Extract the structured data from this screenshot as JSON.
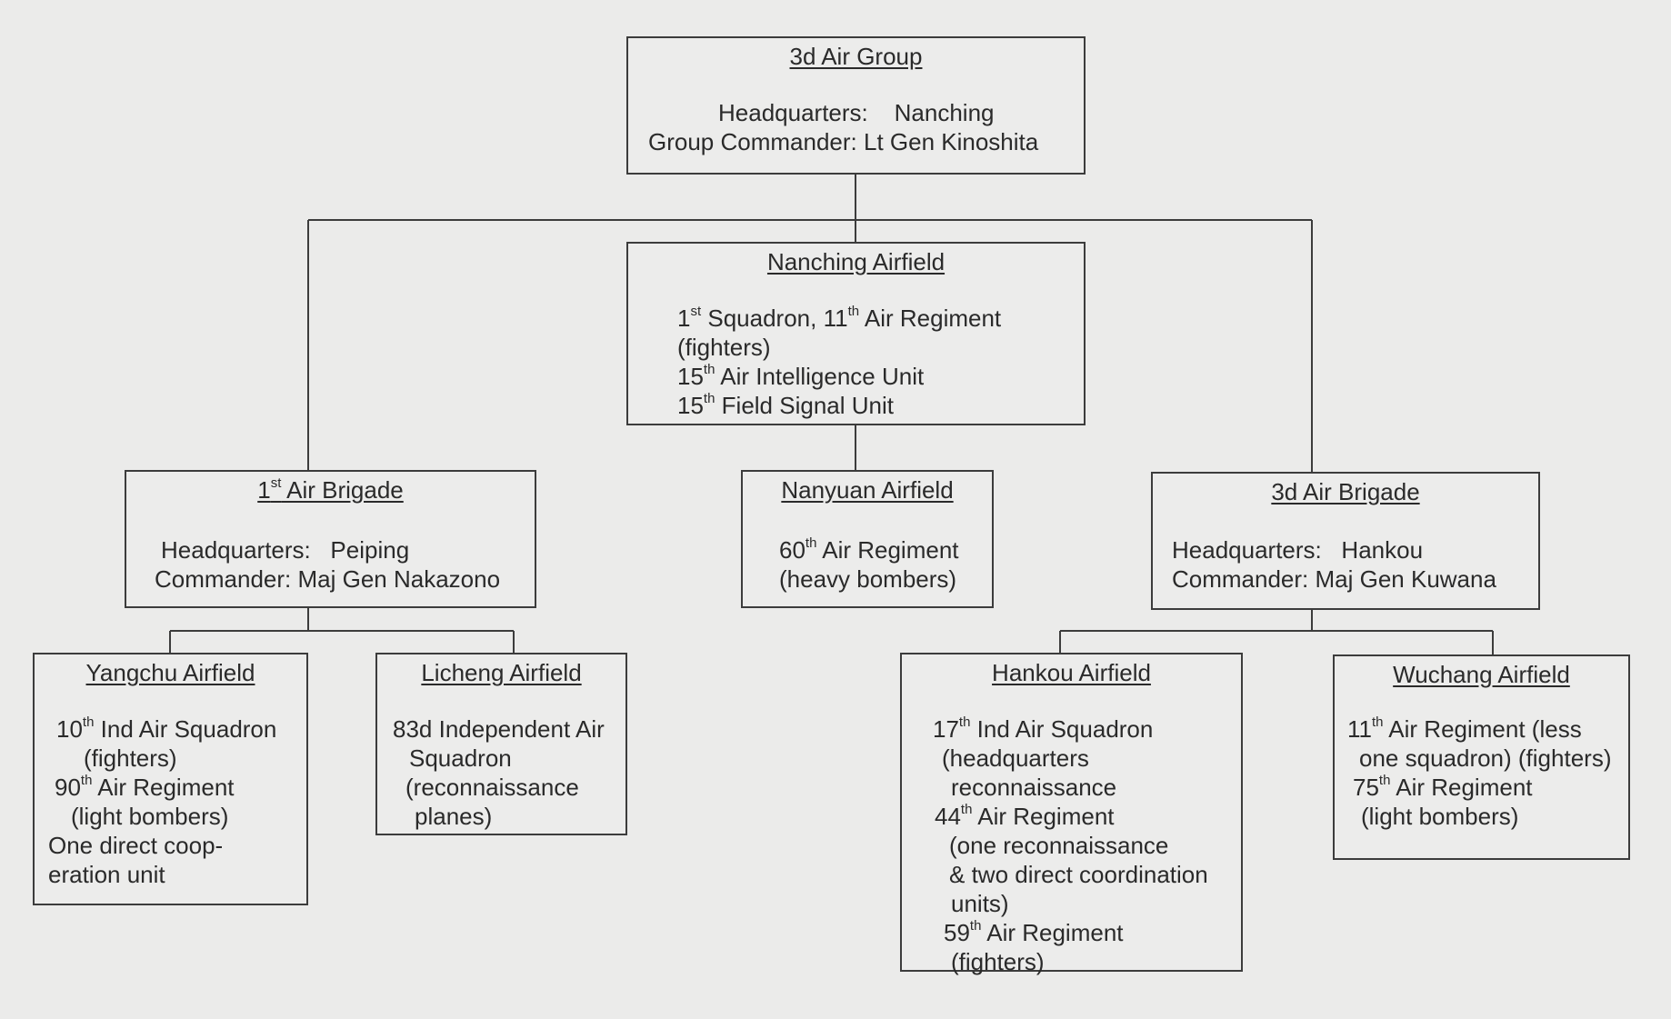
{
  "nodes": {
    "air_group": {
      "title": "3d Air Group",
      "lines": [
        "Headquarters:    Nanching",
        "Group Commander: Lt Gen Kinoshita"
      ]
    },
    "nanching": {
      "title": "Nanching Airfield",
      "lines": [
        {
          "pre": "1",
          "sup": "st",
          "post": " Squadron, 11",
          "sup2": "th",
          "post2": " Air Regiment"
        },
        "(fighters)",
        {
          "pre": "15",
          "sup": "th",
          "post": " Air Intelligence Unit"
        },
        {
          "pre": "15",
          "sup": "th",
          "post": " Field Signal Unit"
        }
      ]
    },
    "brigade1": {
      "title": {
        "pre": "1",
        "sup": "st",
        "post": " Air Brigade"
      },
      "lines": [
        "Headquarters:   Peiping",
        "Commander: Maj Gen Nakazono"
      ]
    },
    "nanyuan": {
      "title": "Nanyuan Airfield",
      "lines": [
        {
          "pre": "60",
          "sup": "th",
          "post": " Air Regiment"
        },
        "(heavy bombers)"
      ]
    },
    "brigade3": {
      "title": "3d Air Brigade",
      "lines": [
        "Headquarters:   Hankou",
        "Commander: Maj Gen Kuwana"
      ]
    },
    "yangchu": {
      "title": "Yangchu Airfield",
      "lines": [
        {
          "pre": "10",
          "sup": "th",
          "post": " Ind Air Squadron"
        },
        "(fighters)",
        {
          "pre": "90",
          "sup": "th",
          "post": " Air Regiment"
        },
        "(light bombers)",
        "One direct coop-",
        "eration unit"
      ]
    },
    "licheng": {
      "title": "Licheng Airfield",
      "lines": [
        "83d Independent Air",
        "Squadron",
        "(reconnaissance",
        "planes)"
      ]
    },
    "hankou": {
      "title": "Hankou Airfield",
      "lines": [
        {
          "pre": "17",
          "sup": "th",
          "post": " Ind Air Squadron"
        },
        "(headquarters",
        "reconnaissance",
        {
          "pre": "44",
          "sup": "th",
          "post": " Air Regiment"
        },
        "(one reconnaissance",
        "& two direct coordination",
        "units)",
        {
          "pre": "59",
          "sup": "th",
          "post": " Air Regiment"
        },
        "(fighters)"
      ]
    },
    "wuchang": {
      "title": "Wuchang Airfield",
      "lines": [
        {
          "pre": "11",
          "sup": "th",
          "post": " Air Regiment (less"
        },
        "one squadron) (fighters)",
        {
          "pre": "75",
          "sup": "th",
          "post": " Air Regiment"
        },
        "(light bombers)"
      ]
    }
  },
  "colors": {
    "line": "#3c3c3c",
    "background": "#ebebea",
    "text": "#2a2a2a"
  }
}
